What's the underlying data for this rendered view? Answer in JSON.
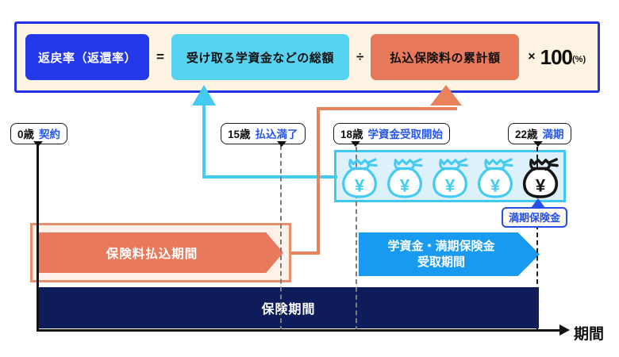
{
  "formula": {
    "result_label": "返戻率（返還率）",
    "equals_sign": "=",
    "numerator_label": "受け取る学資金などの総額",
    "divide_sign": "÷",
    "denominator_label": "払込保険料の累計額",
    "multiply_sign": "×",
    "multiplier": "100",
    "multiplier_unit": "(%)"
  },
  "timeline": {
    "milestones": [
      {
        "age": "0歳",
        "event": "契約"
      },
      {
        "age": "15歳",
        "event": "払込満了"
      },
      {
        "age": "18歳",
        "event": "学資金受取開始"
      },
      {
        "age": "22歳",
        "event": "満期"
      }
    ],
    "axis_label": "期間"
  },
  "periods": {
    "payment_label": "保険料払込期間",
    "receive_label_line1": "学資金・満期保険金",
    "receive_label_line2": "受取期間",
    "insurance_label": "保険期間"
  },
  "maturity_payout_label": "満期保険金",
  "icons": {
    "yen_symbol": "¥",
    "money_bag_count": 5
  },
  "colors": {
    "formula_border_blue": "#2334e4",
    "result_chip_blue": "#2439ea",
    "numerator_cyan": "#57d3f2",
    "denominator_orange": "#e8795a",
    "formula_bg_cream": "#fcf3e2",
    "payment_border_orange": "#e8906c",
    "receive_arrow_blue": "#189af0",
    "insurance_navy": "#0f1c5c",
    "bag_box_fill": "#ddf1fa",
    "bag_cyan": "#45cbf2",
    "bag_black": "#161616",
    "event_text_blue": "#2757e8",
    "maturity_label_blue": "#2450e8"
  }
}
